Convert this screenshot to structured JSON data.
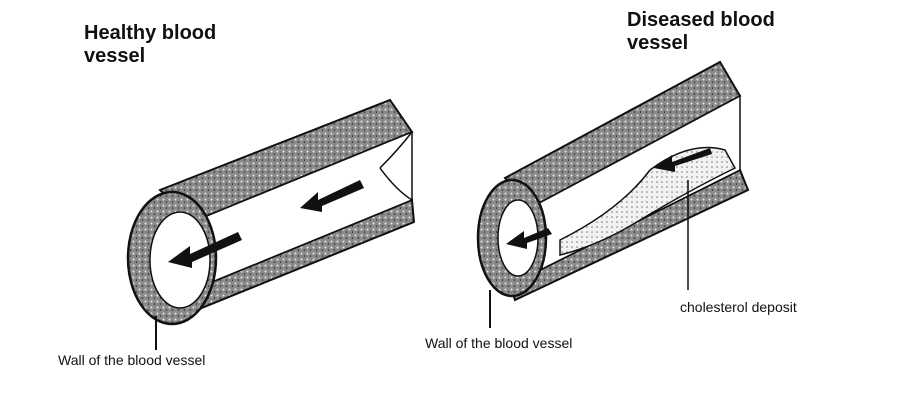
{
  "titles": {
    "healthy": "Healthy blood vessel",
    "diseased": "Diseased blood vessel"
  },
  "labels": {
    "wall_left": "Wall of the blood vessel",
    "wall_right": "Wall of the blood vessel",
    "cholesterol": "cholesterol deposit"
  },
  "colors": {
    "ink": "#111111",
    "wall_fill": "#6b6b6b",
    "deposit_fill": "#c8c8c8",
    "background": "#ffffff"
  }
}
